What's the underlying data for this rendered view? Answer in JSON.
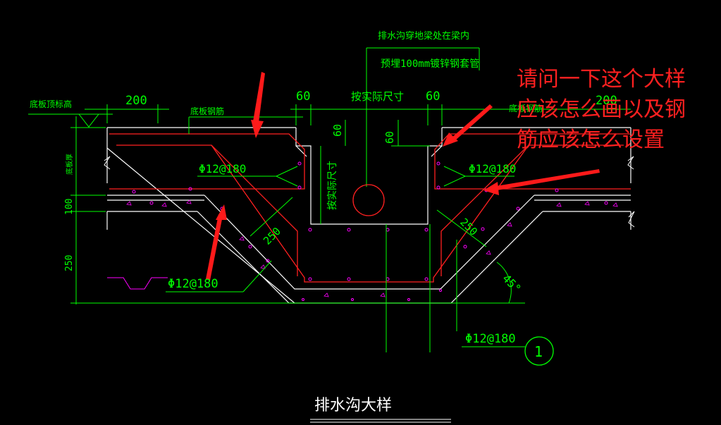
{
  "drawing": {
    "title": "排水沟大样",
    "note_line1": "排水沟穿地梁处在梁内",
    "note_line2": "预埋100mm镀锌钢套管",
    "label_slab_top_elev": "底板顶标高",
    "label_slab_rebar": "底板钢筋",
    "label_slab_rebar_right": "底板钢筋",
    "label_slab_thickness": "底板厚",
    "label_actual_size_top": "按实际尺寸",
    "label_actual_size_vert": "按实际尺寸",
    "dim_200_left": "200",
    "dim_200_right": "200",
    "dim_60_left": "60",
    "dim_60_right": "60",
    "dim_60_vert_a": "60",
    "dim_60_vert_b": "60",
    "dim_100": "100",
    "dim_250_left": "250",
    "dim_250_diag_left": "250",
    "dim_250_diag_right": "250",
    "rebar_left": "Φ12@180",
    "rebar_right": "Φ12@180",
    "rebar_bottom_left": "Φ12@180",
    "rebar_bottom_right": "Φ12@180",
    "angle": "45°",
    "section_mark": "1"
  },
  "question": {
    "line1": "请问一下这个大样",
    "line2": "应该怎么画以及钢",
    "line3": "筋应该怎么设置"
  },
  "colors": {
    "background": "#000000",
    "outline": "#ffffff",
    "dimension": "#00ff00",
    "rebar": "#ff2020",
    "rebar_dots": "#ff00ff",
    "annotation_arrow": "#ff1a1a",
    "question_text": "#ff2020"
  }
}
